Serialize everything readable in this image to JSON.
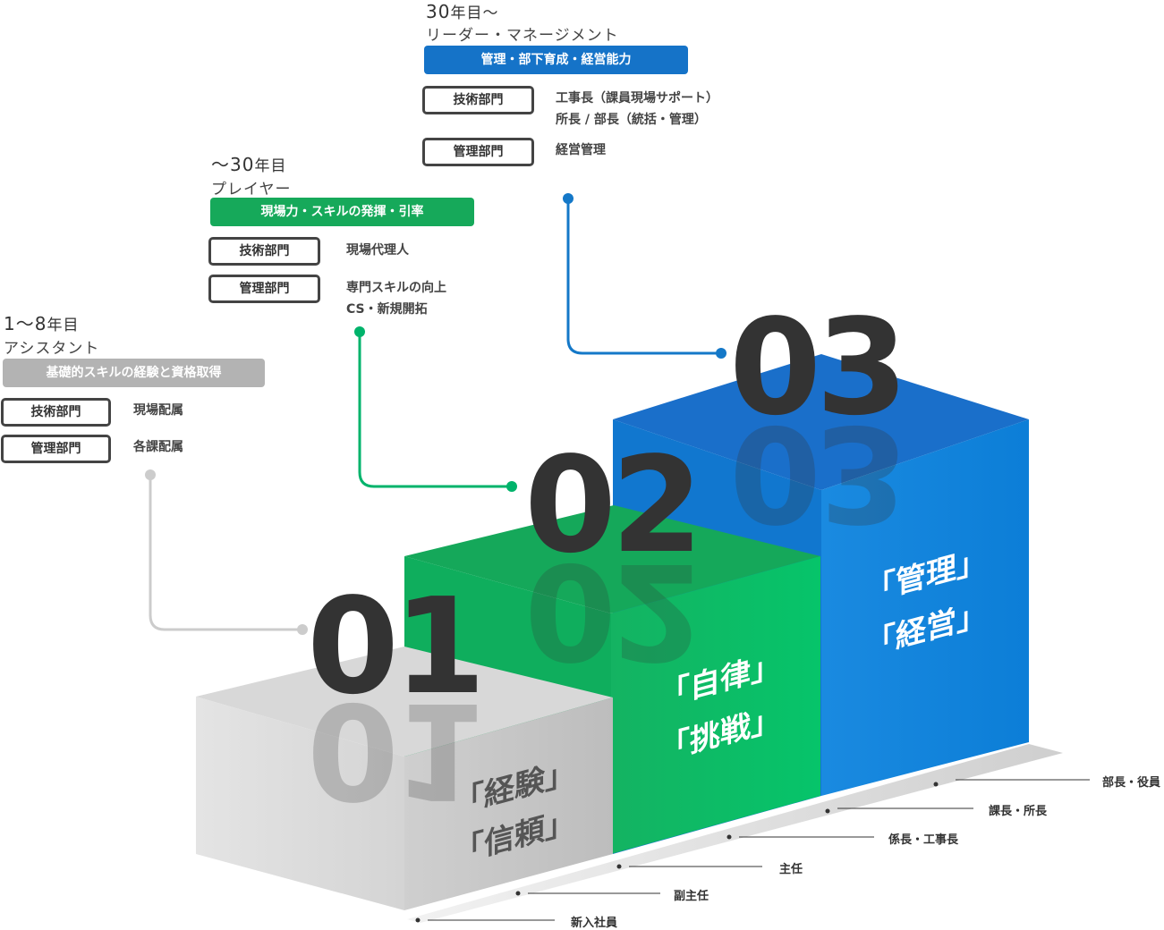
{
  "phases": [
    {
      "id": "01",
      "years_prefix": "1～8",
      "years_suffix": "年目",
      "role": "アシスタント",
      "banner": "基礎的スキルの経験と資格取得",
      "banner_color": "#b3b3b3",
      "depts": [
        {
          "label": "技術部門",
          "desc": [
            "現場配属"
          ]
        },
        {
          "label": "管理部門",
          "desc": [
            "各課配属"
          ]
        }
      ],
      "number": "01",
      "keywords": [
        "「経験」",
        "「信頼」"
      ]
    },
    {
      "id": "02",
      "years_prefix": "～30",
      "years_suffix": "年目",
      "role": "プレイヤー",
      "banner": "現場力・スキルの発揮・引率",
      "banner_color": "#16a95a",
      "depts": [
        {
          "label": "技術部門",
          "desc": [
            "現場代理人"
          ]
        },
        {
          "label": "管理部門",
          "desc": [
            "専門スキルの向上",
            "CS・新規開拓"
          ]
        }
      ],
      "number": "02",
      "keywords": [
        "「自律」",
        "「挑戦」"
      ]
    },
    {
      "id": "03",
      "years_prefix": "30",
      "years_suffix": "年目～",
      "role": "リーダー・マネージメント",
      "banner": "管理・部下育成・経営能力",
      "banner_color": "#1573c8",
      "depts": [
        {
          "label": "技術部門",
          "desc": [
            "工事長（課員現場サポート）",
            "所長 / 部長（統括・管理）"
          ]
        },
        {
          "label": "管理部門",
          "desc": [
            "経営管理"
          ]
        }
      ],
      "number": "03",
      "keywords": [
        "「管理」",
        "「経営」"
      ]
    }
  ],
  "ranks": [
    "新入社員",
    "副主任",
    "主任",
    "係長・工事長",
    "課長・所長",
    "部長・役員"
  ],
  "colors": {
    "gray_top": "#d6d6d6",
    "gray_front": "#c9c9c9",
    "green_top": "#16a95a",
    "green_front": "#00c46a",
    "blue_top": "#1b74cf",
    "blue_front": "#0a86de",
    "connector_gray": "#cccccc",
    "connector_green": "#00b36b",
    "connector_blue": "#1478c8"
  }
}
